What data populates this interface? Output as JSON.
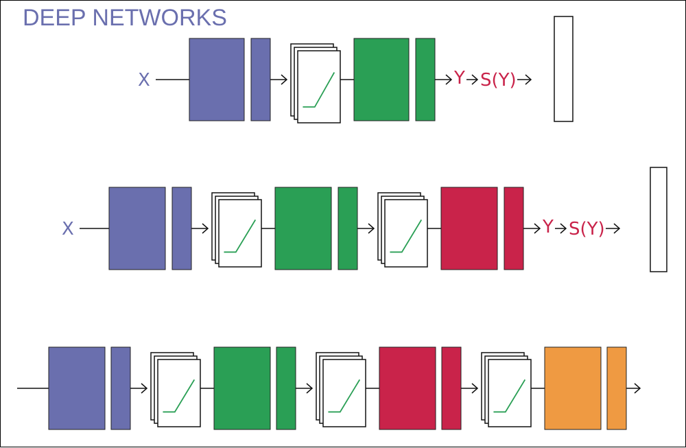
{
  "title": "DEEP NETWORKS",
  "colors": {
    "title": "#6a6fae",
    "input_label": "#6a6fae",
    "output_label": "#c9234a",
    "layer_1": "#6a6fae",
    "layer_2": "#2a9f55",
    "layer_3": "#c9234a",
    "layer_4": "#ef9a42",
    "activation_curve": "#2a9f55",
    "line": "#111111"
  },
  "activation_icon": "relu-stack-icon",
  "rows": [
    {
      "input_label": "X",
      "layers": [
        "layer_1",
        "layer_2"
      ],
      "output_label": "Y",
      "softmax_label": "S(Y)",
      "has_output_box": true
    },
    {
      "input_label": "X",
      "layers": [
        "layer_1",
        "layer_2",
        "layer_3"
      ],
      "output_label": "Y",
      "softmax_label": "S(Y)",
      "has_output_box": true
    },
    {
      "input_label": "",
      "layers": [
        "layer_1",
        "layer_2",
        "layer_3",
        "layer_4"
      ],
      "output_label": "",
      "softmax_label": "",
      "has_output_box": false
    }
  ]
}
